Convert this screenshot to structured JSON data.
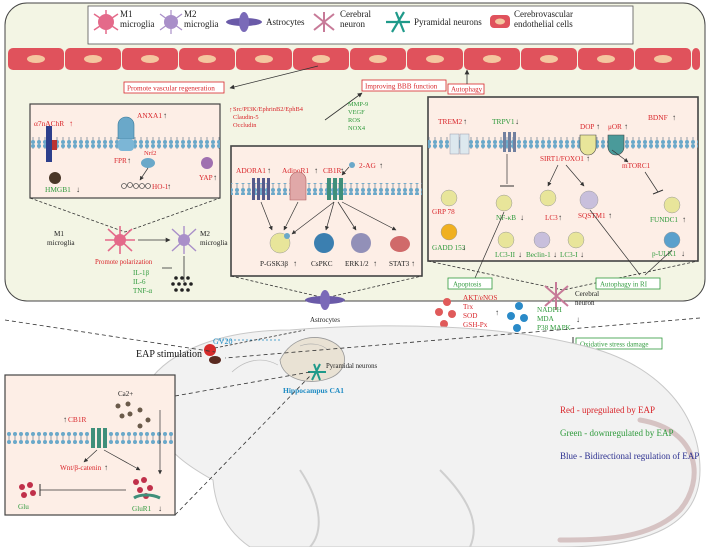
{
  "legend_top": {
    "m1": "M1 microglia",
    "m2": "M2 microglia",
    "astro": "Astrocytes",
    "cerebral": "Cerebral neuron",
    "pyramidal": "Pyramidal neurons",
    "endo": "Cerebrovascular endothelial cells"
  },
  "banner": {
    "vascular": "Promote vascular regeneration",
    "bbb": "Improving BBB function",
    "autophagy_top": "Autophagy"
  },
  "mid_red_list": [
    "Src/PI3K/EphrinB2/EphB4",
    "Claudin-5",
    "Occludin"
  ],
  "mid_green_list": [
    "MMP-9",
    "VEGF",
    "ROS",
    "NOX4"
  ],
  "left_box": {
    "a7": "α7nAChR",
    "anxa1": "ANXA1",
    "fpr": "FPR",
    "nrf2": "Nrf2",
    "hmgb1": "HMGB1",
    "ho1": "HO-1",
    "yap": "YAP"
  },
  "polarization": {
    "m1": "M1\nmicroglia",
    "m2": "M2\nmicroglia",
    "label": "Promote polarization",
    "cytokines": [
      "IL-1β",
      "IL-6",
      "TNF-α"
    ]
  },
  "center_box": {
    "adora1": "ADORA1",
    "adipor1": "AdipoR1",
    "cb1r": "CB1R",
    "ag2": "2-AG",
    "pgsk": "P-GSK3β",
    "cspkc": "CsPKC",
    "erk": "ERK1/2",
    "stat3": "STAT3"
  },
  "astrocytes_label": "Astrocytes",
  "right_box": {
    "trem2": "TREM2",
    "trpv1": "TRPV1",
    "dop": "DOP",
    "mor": "μOR",
    "bdnf": "BDNF",
    "sirt": "SIRT1/FOXO1",
    "mtorc1": "mTORC1",
    "grp": "GRP 78",
    "nfkb": "NF-κB",
    "lc3": "LC3",
    "sqstm1": "SQSTM1",
    "fundc1": "FUNDC1",
    "gadd": "GADD 153",
    "lc3ii": "LC3-II",
    "beclin": "Beclin-1",
    "lc3i": "LC3-I",
    "pulk1": "p-ULK1",
    "apoptosis": "Apoptosis",
    "autophagy_ri": "Autophagy in RI"
  },
  "oxidative": {
    "up": [
      "AKT/eNOS",
      "Trx",
      "SOD",
      "GSH-Px"
    ],
    "down": [
      "NADPH",
      "MDA",
      "P38 MAPK"
    ],
    "label": "Oxidative stress damage",
    "cerebral": "Cerebral\nneuron"
  },
  "rat": {
    "eap": "EAP stimulation",
    "gv20": "GV20",
    "pyramidal": "Pyramidal neurons",
    "hippocampus": "Hippocampus CA1"
  },
  "synapse": {
    "cb1r": "CB1R",
    "wnt": "Wnt/β-catenin",
    "ca": "Ca2+",
    "glu": "Glu",
    "glur1": "GluR1"
  },
  "key": {
    "red": "Red - upregulated by EAP",
    "green": "Green - downregulated by EAP",
    "blue": "Blue - Bidirectional regulation of EAP"
  },
  "colors": {
    "red": "#d9262b",
    "green": "#2f9a3c",
    "blue": "#2b2f8f",
    "cyan": "#1e8bc3",
    "panel": "#f3f5e4",
    "cell": "#e0525c"
  }
}
